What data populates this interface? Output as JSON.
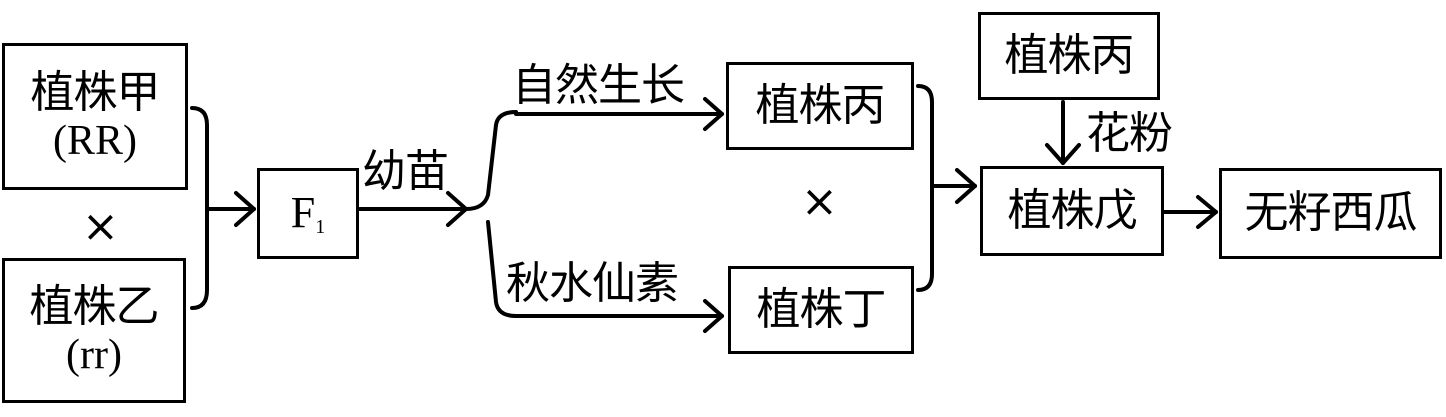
{
  "plants": {
    "jia": "植株甲",
    "jia_genotype": "(RR)",
    "yi": "植株乙",
    "yi_genotype": "(rr)",
    "f1_letter": "F",
    "f1_sub": "1",
    "bing": "植株丙",
    "ding": "植株丁",
    "bing_top": "植株丙",
    "wu": "植株戊",
    "result": "无籽西瓜"
  },
  "labels": {
    "cross_symbol": "×",
    "seedling": "幼苗",
    "natural_growth": "自然生长",
    "colchicine": "秋水仙素",
    "pollen": "花粉"
  }
}
